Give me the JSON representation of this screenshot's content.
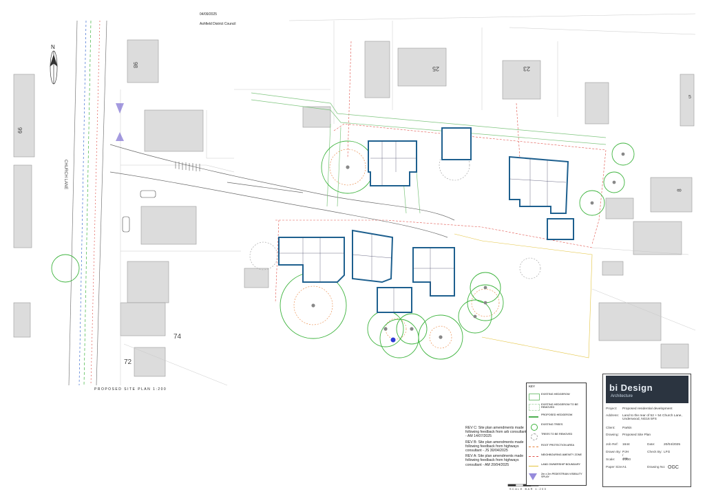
{
  "header": {
    "date": "04/09/2025",
    "council": "Ashfield District Council"
  },
  "north_label": "N",
  "streets": {
    "church_lane": "CHURCH LANE"
  },
  "house_numbers": [
    "98",
    "25",
    "23",
    "8",
    "74",
    "72",
    "99",
    "5"
  ],
  "plan_caption": "PROPOSED SITE PLAN 1:200",
  "scale_bar_caption": "SCALE BAR 1:200",
  "revisions": [
    "REV C: Site plan amendments made following feedback from arb consultant - AM 14/07/2025",
    "REV B: Site plan amendments made following feedback from highways consultant - JS 30/04/2025",
    "REV A: Site plan amendments made following feedback from highways consultant - AM 20/04/2025"
  ],
  "legend": {
    "title": "KEY",
    "items": [
      {
        "label": "EXISTING HEDGEROW",
        "color": "#7cc47c"
      },
      {
        "label": "EXISTING HEDGEROW TO BE REMOVED",
        "color": "#b9dcb9"
      },
      {
        "label": "PROPOSED HEDGEROW",
        "color": "#4caf50"
      },
      {
        "label": "EXISTING TREES",
        "color": "#3cb33c"
      },
      {
        "label": "TREES TO BE REMOVED",
        "color": "#999999"
      },
      {
        "label": "ROOT PROTECTION AREA",
        "color": "#e8813a"
      },
      {
        "label": "NEIGHBOURING AMENITY ZONE",
        "color": "#e0524a"
      },
      {
        "label": "LAND OWNERSHIP BOUNDARY",
        "color": "#e3c23a"
      },
      {
        "label": "2m x 2m PEDESTRIAN VISIBILITY SPLAY",
        "color": "#6a5acd"
      }
    ]
  },
  "title_block": {
    "firm": "bi Design",
    "firm_sub": "Architecture",
    "rows": [
      {
        "key": "Project:",
        "value": "Proposed residential development"
      },
      {
        "key": "Address:",
        "value": "Land to the rear of 52 + 54 Church Lane, Underwood, NG16 5FS"
      },
      {
        "key": "Client:",
        "value": "Parkin"
      },
      {
        "key": "Drawing:",
        "value": "Proposed Site Plan"
      },
      {
        "key": "Job Ref:",
        "value": "1644"
      },
      {
        "key": "Date:",
        "value": "20/04/2025"
      },
      {
        "key": "Drawn By:",
        "value": "PJH / AM"
      },
      {
        "key": "Check By:",
        "value": "LFG"
      },
      {
        "key": "Scale:",
        "value": "1:200"
      },
      {
        "key": "Paper Size:",
        "value": "A1"
      },
      {
        "key": "Drawing No:",
        "value": "OGC"
      }
    ]
  },
  "colors": {
    "unit_outline": "#1d5f8e",
    "tree_green": "#3cb33c",
    "rpa_orange": "#e8813a",
    "boundary_red": "#e0524a",
    "neighbour_fill": "#dcdcdc"
  }
}
